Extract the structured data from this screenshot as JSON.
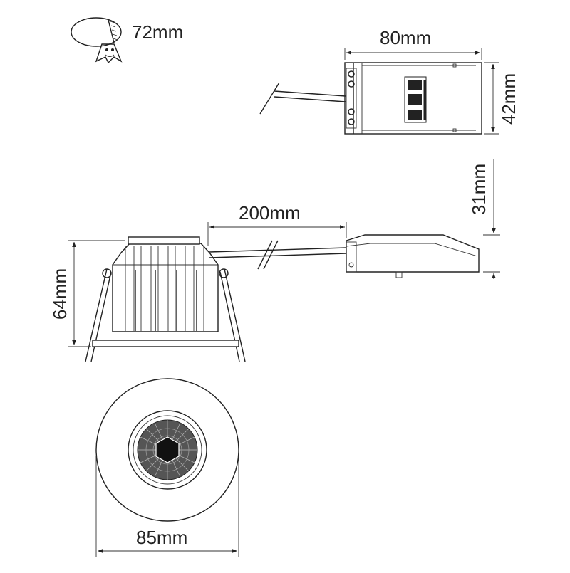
{
  "dimensions": {
    "cutout": "72mm",
    "driver_length": "80mm",
    "driver_height": "42mm",
    "cable_length": "200mm",
    "driver_depth": "31mm",
    "light_height": "64mm",
    "bezel_diameter": "85mm"
  },
  "colors": {
    "line": "#222222",
    "background": "#ffffff"
  },
  "icons": [
    "hole-saw-icon",
    "driver-logo-icon"
  ]
}
